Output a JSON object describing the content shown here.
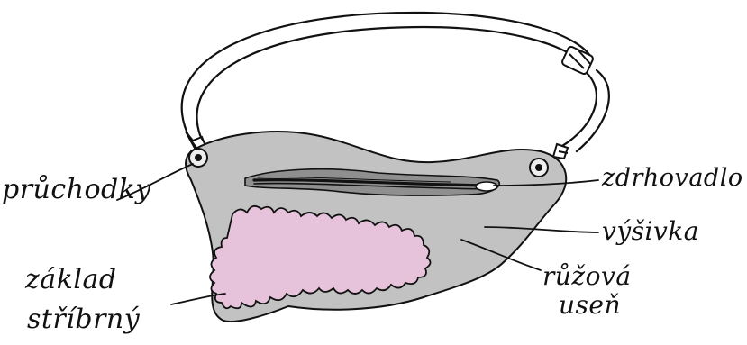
{
  "labels": {
    "pruchodky": "průchodky",
    "zdrhovadlo": "zdrhovadlo",
    "vysivka": "výšivka",
    "ruzova": "růžová",
    "usen": "useň",
    "zaklad": "základ",
    "stribrny": "stříbrný"
  },
  "colors": {
    "bag_body": "#c2c2c2",
    "embroidery": "#e6c3da",
    "outline": "#111111",
    "zipper_band": "#8f8f8f"
  }
}
